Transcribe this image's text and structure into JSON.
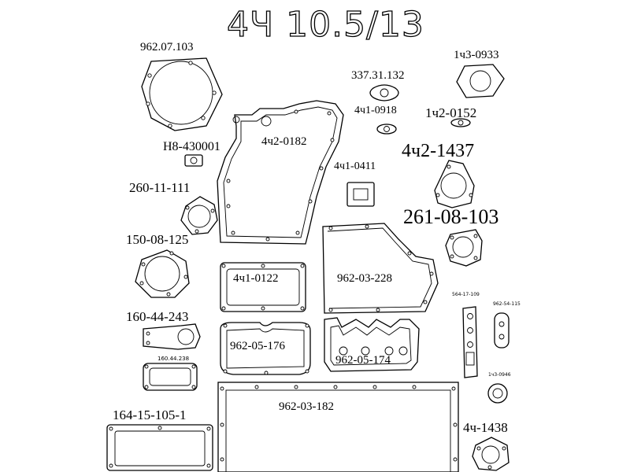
{
  "title": "4Ч 10.5/13",
  "parts": [
    "962.07.103",
    "337.31.132",
    "1ч3-0933",
    "4ч1-0918",
    "1ч2-0152",
    "Н8-430001",
    "4ч2-0182",
    "4ч1-0411",
    "4ч2-1437",
    "260-11-111",
    "261-08-103",
    "150-08-125",
    "4ч1-0122",
    "962-03-228",
    "564-17-109",
    "962-54-115",
    "160-44-243",
    "962-05-176",
    "160.44.238",
    "962-05-174",
    "1ч3-0946",
    "962-03-182",
    "164-15-105-1",
    "4ч-1438"
  ]
}
